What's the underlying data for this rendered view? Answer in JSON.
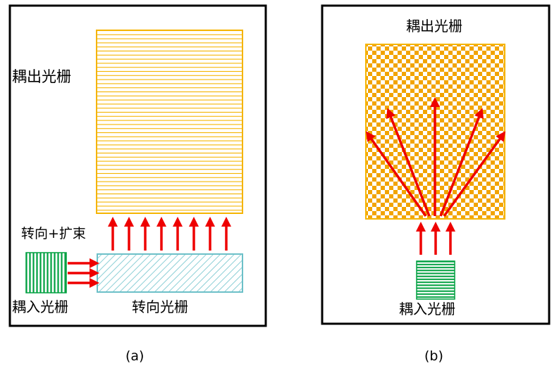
{
  "panel_a": {
    "outcoupling_grating_label": "耦出光栅",
    "turning_expansion_label": "转向+扩束",
    "incoupling_grating_label": "耦入光栅",
    "turning_grating_label": "转向光栅",
    "caption": "(a)"
  },
  "panel_b": {
    "outcoupling_grating_label": "耦出光栅",
    "incoupling_grating_label": "耦入光栅",
    "caption": "(b)"
  },
  "colors": {
    "outcoupling_grating": "#f5b400",
    "checker_grating": "#f2a400",
    "incoupling_grating": "#00a040",
    "turning_grating": "#6cc0c8",
    "arrow": "#ee0000",
    "frame": "#000000"
  }
}
